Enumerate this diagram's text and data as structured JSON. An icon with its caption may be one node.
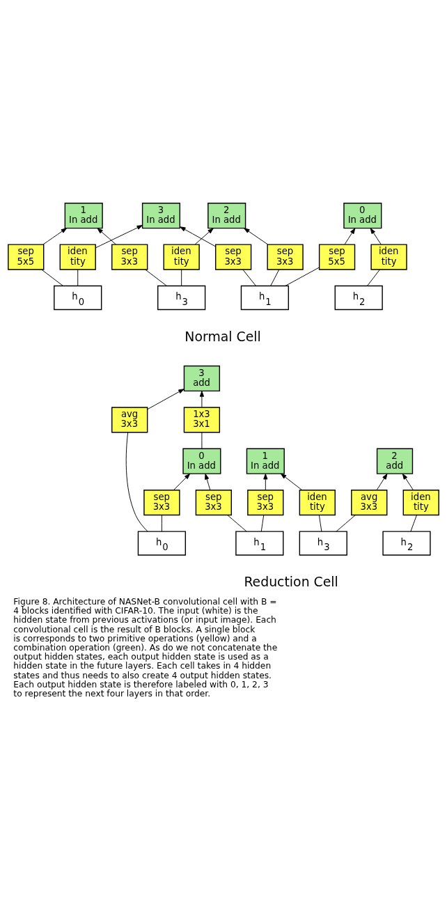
{
  "diagram": {
    "caption": "Figure 8. Architecture of NASNet-B convolutional cell with B = 4 blocks identified with CIFAR-10. The input (white) is the hidden state from previous activations (or input image). Each convolutional cell is the result of B blocks. A single block is corresponds to two primitive operations (yellow) and a combination operation (green). As do we not concatenate the output hidden states, each output hidden state is used as a hidden state in the future layers. Each cell takes in 4 hidden states and thus needs to also create 4 output hidden states. Each output hidden state is therefore labeled with 0, 1, 2, 3 to represent the next four layers in that order.",
    "nodes": [
      {
        "text": [
          "1",
          "In add"
        ]
      },
      {
        "text": [
          "2",
          "In add"
        ]
      },
      {
        "text": [
          "sep",
          "5x5"
        ]
      },
      {
        "text": [
          "sep",
          "3x3"
        ]
      },
      {
        "text": [
          "sep",
          "3x3"
        ]
      },
      {
        "text": [
          "iden",
          "tity"
        ]
      },
      {
        "text": [
          "3",
          "In add"
        ]
      },
      {
        "text": [
          "iden",
          "tity"
        ]
      },
      {
        "text": [
          "sep",
          "3x3"
        ]
      },
      {
        "text": [
          "0",
          "In add"
        ]
      },
      {
        "text": [
          "sep",
          "5x5"
        ]
      },
      {
        "text": [
          "iden",
          "tity"
        ]
      },
      {
        "text": [
          "h$_{0}$"
        ]
      },
      {
        "text": [
          "h$_{1}$"
        ]
      },
      {
        "text": [
          "h$_{2}$"
        ]
      },
      {
        "text": [
          "h$_{3}$"
        ]
      },
      {
        "text": [
          "3",
          "add"
        ]
      },
      {
        "text": [
          "1",
          "In add"
        ]
      },
      {
        "text": [
          "avg",
          "3x3"
        ]
      },
      {
        "text": [
          "1x3",
          "3x1"
        ]
      },
      {
        "text": [
          "0",
          "In add"
        ]
      },
      {
        "text": [
          "sep",
          "3x3"
        ]
      },
      {
        "text": [
          "iden",
          "tity"
        ]
      },
      {
        "text": [
          "2",
          "add"
        ]
      },
      {
        "text": [
          "sep",
          "3x3"
        ]
      },
      {
        "text": [
          "sep",
          "3x3"
        ]
      },
      {
        "text": [
          "iden",
          "tity"
        ]
      },
      {
        "text": [
          "avg",
          "3x3"
        ]
      },
      {
        "text": [
          "h$_{0}$"
        ]
      },
      {
        "text": [
          "h$_{1}$"
        ]
      },
      {
        "text": [
          "h$_{2}$"
        ]
      },
      {
        "text": [
          "h$_{3}$"
        ]
      }
    ],
    "edges": [
      {
        "from": 12,
        "to": 2,
        "arrow": "none"
      },
      {
        "from": 2,
        "to": 0,
        "arrow": "to"
      },
      {
        "from": 15,
        "to": 3,
        "arrow": "none"
      },
      {
        "from": 3,
        "to": 0,
        "arrow": "to"
      },
      {
        "from": 13,
        "to": 4,
        "arrow": "none"
      },
      {
        "from": 4,
        "to": 1,
        "arrow": "to"
      },
      {
        "from": 15,
        "to": 5,
        "arrow": "none"
      },
      {
        "from": 5,
        "to": 1,
        "arrow": "to"
      },
      {
        "from": 12,
        "to": 7,
        "arrow": "none"
      },
      {
        "from": 7,
        "to": 6,
        "arrow": "to"
      },
      {
        "from": 13,
        "to": 8,
        "arrow": "none"
      },
      {
        "from": 8,
        "to": 6,
        "arrow": "to"
      },
      {
        "from": 13,
        "to": 10,
        "arrow": "none"
      },
      {
        "from": 10,
        "to": 9,
        "arrow": "to"
      },
      {
        "from": 14,
        "to": 11,
        "arrow": "none"
      },
      {
        "from": 11,
        "to": 9,
        "arrow": "to"
      },
      {
        "from": 28,
        "to": 18,
        "arrow": "none"
      },
      {
        "from": 18,
        "to": 16,
        "arrow": "to"
      },
      {
        "from": 20,
        "to": 19,
        "arrow": "none"
      },
      {
        "from": 19,
        "to": 16,
        "arrow": "to"
      },
      {
        "from": 28,
        "to": 24,
        "arrow": "none"
      },
      {
        "from": 24,
        "to": 20,
        "arrow": "to"
      },
      {
        "from": 29,
        "to": 25,
        "arrow": "none"
      },
      {
        "from": 25,
        "to": 20,
        "arrow": "to"
      },
      {
        "from": 29,
        "to": 21,
        "arrow": "none"
      },
      {
        "from": 21,
        "to": 17,
        "arrow": "to"
      },
      {
        "from": 31,
        "to": 22,
        "arrow": "none"
      },
      {
        "from": 22,
        "to": 17,
        "arrow": "to"
      },
      {
        "from": 30,
        "to": 26,
        "arrow": "none"
      },
      {
        "from": 26,
        "to": 23,
        "arrow": "to"
      },
      {
        "from": 31,
        "to": 27,
        "arrow": "none"
      },
      {
        "from": 27,
        "to": 23,
        "arrow": "to"
      }
    ],
    "labels": [
      "Normal Cell",
      "Reduction Cell"
    ]
  }
}
